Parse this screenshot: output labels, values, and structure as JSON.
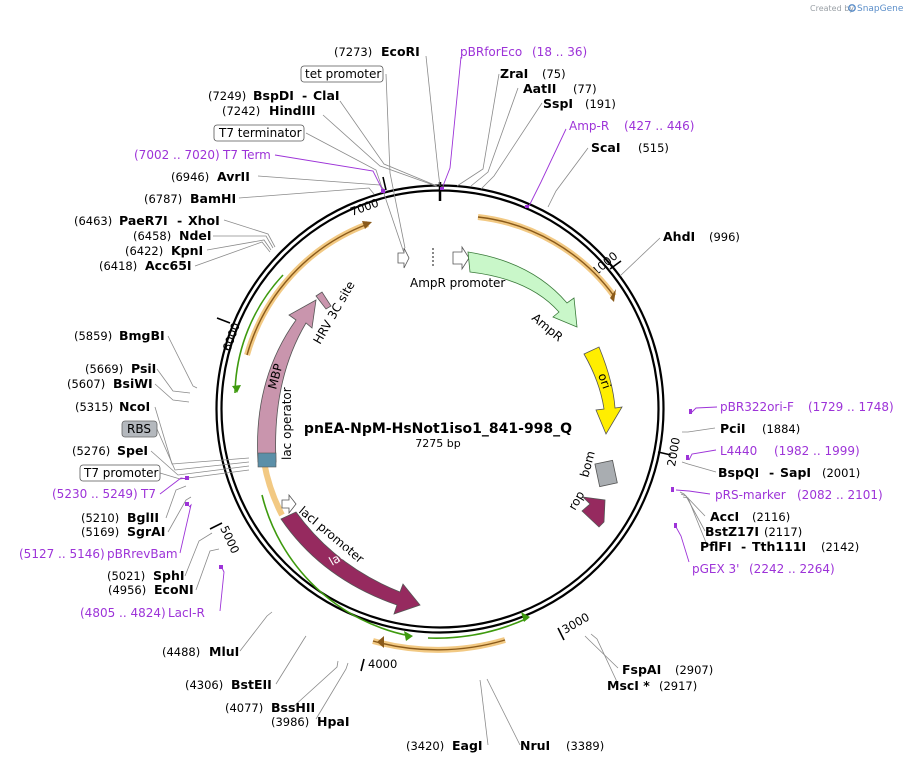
{
  "credit": {
    "prefix": "Created by",
    "brand": "SnapGene"
  },
  "map": {
    "name": "pnEA-NpM-HsNot1iso1_841-998_Q",
    "length": "7275 bp",
    "ticks": [
      "1000",
      "2000",
      "3000",
      "4000",
      "5000",
      "6000",
      "7000"
    ]
  },
  "sites": {
    "ecori": {
      "name": "EcoRI",
      "pos": "(7273)"
    },
    "zrai": {
      "name": "ZraI",
      "pos": "(75)"
    },
    "aatii": {
      "name": "AatII",
      "pos": "(77)"
    },
    "sspi": {
      "name": "SspI",
      "pos": "(191)"
    },
    "scai": {
      "name": "ScaI",
      "pos": "(515)"
    },
    "ahdi": {
      "name": "AhdI",
      "pos": "(996)"
    },
    "pcii": {
      "name": "PciI",
      "pos": "(1884)"
    },
    "bspqi": {
      "name": "BspQI",
      "sep": "-",
      "name2": "SapI",
      "pos": "(2001)"
    },
    "acci": {
      "name": "AccI",
      "pos": "(2116)"
    },
    "bstz17i": {
      "name": "BstZ17I",
      "pos": "(2117)"
    },
    "pflfi": {
      "name": "PflFI",
      "sep": "-",
      "name2": "Tth111I",
      "pos": "(2142)"
    },
    "fspai": {
      "name": "FspAI",
      "pos": "(2907)"
    },
    "msci": {
      "name": "MscI *",
      "pos": "(2917)"
    },
    "nrui": {
      "name": "NruI",
      "pos": "(3389)"
    },
    "eagi": {
      "name": "EagI",
      "pos": "(3420)"
    },
    "hpai": {
      "name": "HpaI",
      "pos": "(3986)"
    },
    "bsshii": {
      "name": "BssHII",
      "pos": "(4077)"
    },
    "bsteii": {
      "name": "BstEII",
      "pos": "(4306)"
    },
    "mlui": {
      "name": "MluI",
      "pos": "(4488)"
    },
    "econi": {
      "name": "EcoNI",
      "pos": "(4956)"
    },
    "sphi": {
      "name": "SphI",
      "pos": "(5021)"
    },
    "sgrai": {
      "name": "SgrAI",
      "pos": "(5169)"
    },
    "bglii": {
      "name": "BglII",
      "pos": "(5210)"
    },
    "spei": {
      "name": "SpeI",
      "pos": "(5276)"
    },
    "ncoi": {
      "name": "NcoI",
      "pos": "(5315)"
    },
    "bsiwi": {
      "name": "BsiWI",
      "pos": "(5607)"
    },
    "psii": {
      "name": "PsiI",
      "pos": "(5669)"
    },
    "bmgbi": {
      "name": "BmgBI",
      "pos": "(5859)"
    },
    "acc65i": {
      "name": "Acc65I",
      "pos": "(6418)"
    },
    "kpni": {
      "name": "KpnI",
      "pos": "(6422)"
    },
    "ndei": {
      "name": "NdeI",
      "pos": "(6458)"
    },
    "paer7i": {
      "name": "PaeR7I",
      "sep": "-",
      "name2": "XhoI",
      "pos": "(6463)"
    },
    "bamhi": {
      "name": "BamHI",
      "pos": "(6787)"
    },
    "avrii": {
      "name": "AvrII",
      "pos": "(6946)"
    },
    "hindiii": {
      "name": "HindIII",
      "pos": "(7242)"
    },
    "bspdi": {
      "name": "BspDI",
      "sep": "-",
      "name2": "ClaI",
      "pos": "(7249)"
    }
  },
  "primers": {
    "pbrforeco": {
      "name": "pBRforEco",
      "range": "(18 .. 36)"
    },
    "ampr": {
      "name": "Amp-R",
      "range": "(427 .. 446)"
    },
    "pbr322ori": {
      "name": "pBR322ori-F",
      "range": "(1729 .. 1748)"
    },
    "l4440": {
      "name": "L4440",
      "range": "(1982 .. 1999)"
    },
    "prsmarker": {
      "name": "pRS-marker",
      "range": "(2082 .. 2101)"
    },
    "pgex3": {
      "name": "pGEX 3'",
      "range": "(2242 .. 2264)"
    },
    "lacir": {
      "name": "LacI-R",
      "range": "(4805 .. 4824)"
    },
    "pbrrevbam": {
      "name": "pBRrevBam",
      "range": "(5127 .. 5146)"
    },
    "t7": {
      "name": "T7",
      "range": "(5230 .. 5249)"
    },
    "t7term": {
      "name": "T7 Term",
      "range": "(7002 .. 7020)"
    }
  },
  "boxed": {
    "tet_promoter": "tet promoter",
    "t7_terminator": "T7 terminator",
    "rbs": "RBS",
    "t7_promoter": "T7 promoter"
  },
  "features": {
    "ampr_promoter": "AmpR promoter",
    "ampr": "AmpR",
    "ori": "ori",
    "bom": "bom",
    "rop": "rop",
    "laci_promoter": "lacI promoter",
    "laci": "lacI",
    "lac_operator": "lac operator",
    "mbp": "MBP",
    "hrv": "HRV 3C site"
  },
  "colors": {
    "backbone": "#000000",
    "primer": "#9d33d8",
    "ampr": "#c9f7c9",
    "ori": "#ffee00",
    "laci": "#962a5f",
    "mbp": "#c995ad",
    "orf_fill": "#f2c983",
    "orf_arrow": "#3e9a0e",
    "rbs_box": "#b4b8bd"
  }
}
